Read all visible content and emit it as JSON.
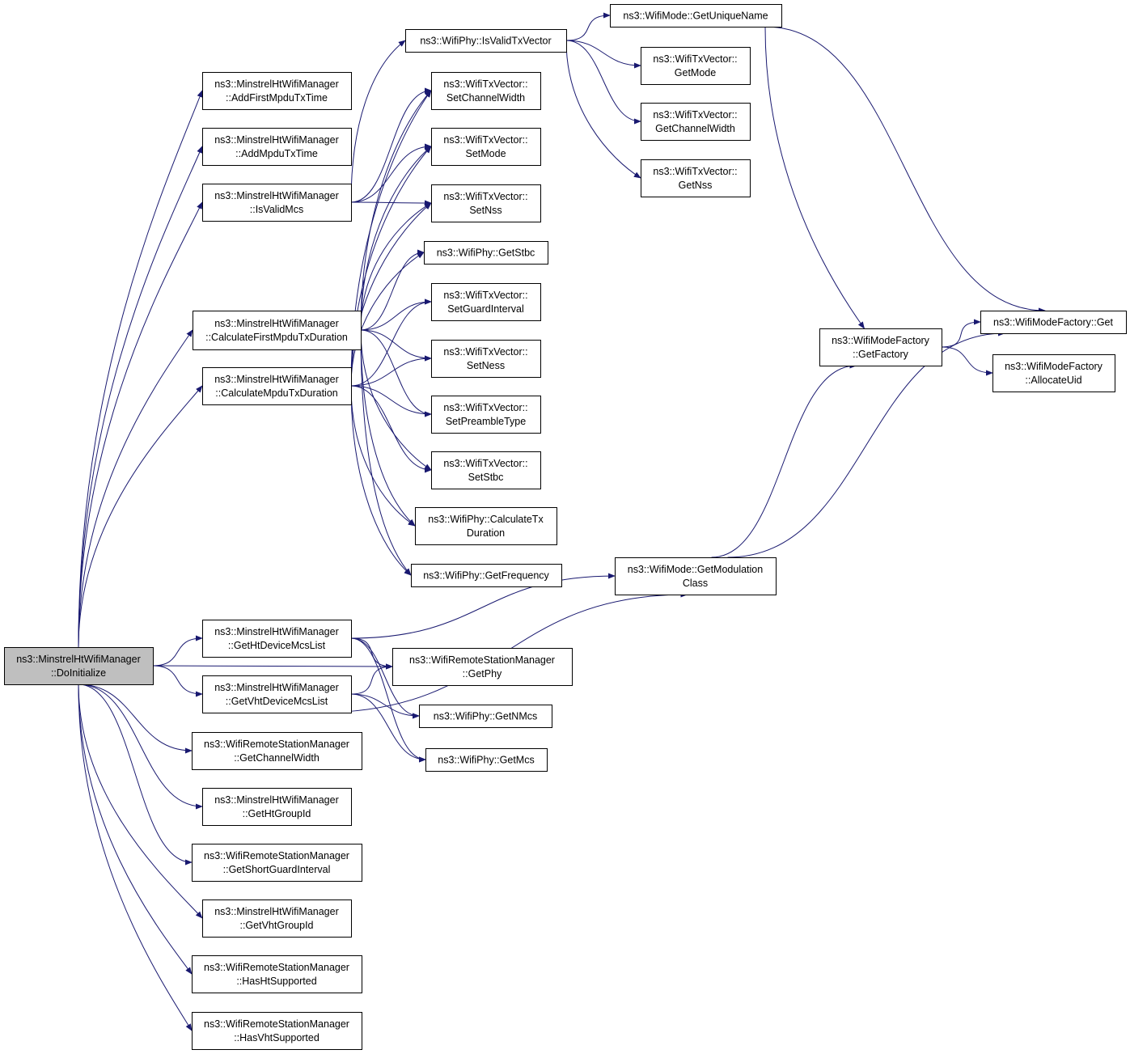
{
  "colors": {
    "edge": "#191970",
    "root_fill": "#bfbfbf",
    "node_fill": "#ffffff",
    "border": "#000000"
  },
  "nodes": [
    {
      "id": "root",
      "lines": [
        "ns3::MinstrelHtWifiManager",
        "::DoInitialize"
      ],
      "root": true
    },
    {
      "id": "addFirst",
      "lines": [
        "ns3::MinstrelHtWifiManager",
        "::AddFirstMpduTxTime"
      ]
    },
    {
      "id": "addMpdu",
      "lines": [
        "ns3::MinstrelHtWifiManager",
        "::AddMpduTxTime"
      ]
    },
    {
      "id": "isValidMcs",
      "lines": [
        "ns3::MinstrelHtWifiManager",
        "::IsValidMcs"
      ]
    },
    {
      "id": "calcFirst",
      "lines": [
        "ns3::MinstrelHtWifiManager",
        "::CalculateFirstMpduTxDuration"
      ]
    },
    {
      "id": "calcMpdu",
      "lines": [
        "ns3::MinstrelHtWifiManager",
        "::CalculateMpduTxDuration"
      ]
    },
    {
      "id": "getHtDev",
      "lines": [
        "ns3::MinstrelHtWifiManager",
        "::GetHtDeviceMcsList"
      ]
    },
    {
      "id": "getVhtDev",
      "lines": [
        "ns3::MinstrelHtWifiManager",
        "::GetVhtDeviceMcsList"
      ]
    },
    {
      "id": "getChW",
      "lines": [
        "ns3::WifiRemoteStationManager",
        "::GetChannelWidth"
      ]
    },
    {
      "id": "getHtGroup",
      "lines": [
        "ns3::MinstrelHtWifiManager",
        "::GetHtGroupId"
      ]
    },
    {
      "id": "getSGI",
      "lines": [
        "ns3::WifiRemoteStationManager",
        "::GetShortGuardInterval"
      ]
    },
    {
      "id": "getVhtGroup",
      "lines": [
        "ns3::MinstrelHtWifiManager",
        "::GetVhtGroupId"
      ]
    },
    {
      "id": "hasHt",
      "lines": [
        "ns3::WifiRemoteStationManager",
        "::HasHtSupported"
      ]
    },
    {
      "id": "hasVht",
      "lines": [
        "ns3::WifiRemoteStationManager",
        "::HasVhtSupported"
      ]
    },
    {
      "id": "isValidTx",
      "lines": [
        "ns3::WifiPhy::IsValidTxVector"
      ]
    },
    {
      "id": "setChW",
      "lines": [
        "ns3::WifiTxVector::",
        "SetChannelWidth"
      ]
    },
    {
      "id": "setMode",
      "lines": [
        "ns3::WifiTxVector::",
        "SetMode"
      ]
    },
    {
      "id": "setNss",
      "lines": [
        "ns3::WifiTxVector::",
        "SetNss"
      ]
    },
    {
      "id": "getStbc",
      "lines": [
        "ns3::WifiPhy::GetStbc"
      ]
    },
    {
      "id": "setGI",
      "lines": [
        "ns3::WifiTxVector::",
        "SetGuardInterval"
      ]
    },
    {
      "id": "setNess",
      "lines": [
        "ns3::WifiTxVector::",
        "SetNess"
      ]
    },
    {
      "id": "setPre",
      "lines": [
        "ns3::WifiTxVector::",
        "SetPreambleType"
      ]
    },
    {
      "id": "setStbc",
      "lines": [
        "ns3::WifiTxVector::",
        "SetStbc"
      ]
    },
    {
      "id": "calcTx",
      "lines": [
        "ns3::WifiPhy::CalculateTx",
        "Duration"
      ]
    },
    {
      "id": "getFreq",
      "lines": [
        "ns3::WifiPhy::GetFrequency"
      ]
    },
    {
      "id": "getPhy",
      "lines": [
        "ns3::WifiRemoteStationManager",
        "::GetPhy"
      ]
    },
    {
      "id": "getNMcs",
      "lines": [
        "ns3::WifiPhy::GetNMcs"
      ]
    },
    {
      "id": "getMcs",
      "lines": [
        "ns3::WifiPhy::GetMcs"
      ]
    },
    {
      "id": "getUnique",
      "lines": [
        "ns3::WifiMode::GetUniqueName"
      ]
    },
    {
      "id": "getModeV",
      "lines": [
        "ns3::WifiTxVector::",
        "GetMode"
      ]
    },
    {
      "id": "getChWV",
      "lines": [
        "ns3::WifiTxVector::",
        "GetChannelWidth"
      ]
    },
    {
      "id": "getNssV",
      "lines": [
        "ns3::WifiTxVector::",
        "GetNss"
      ]
    },
    {
      "id": "getModClass",
      "lines": [
        "ns3::WifiMode::GetModulation",
        "Class"
      ]
    },
    {
      "id": "getFactory",
      "lines": [
        "ns3::WifiModeFactory",
        "::GetFactory"
      ]
    },
    {
      "id": "factGet",
      "lines": [
        "ns3::WifiModeFactory::Get"
      ]
    },
    {
      "id": "allocUid",
      "lines": [
        "ns3::WifiModeFactory",
        "::AllocateUid"
      ]
    }
  ],
  "edges": [
    [
      "root",
      "addFirst"
    ],
    [
      "root",
      "addMpdu"
    ],
    [
      "root",
      "isValidMcs"
    ],
    [
      "root",
      "calcFirst"
    ],
    [
      "root",
      "calcMpdu"
    ],
    [
      "root",
      "getHtDev"
    ],
    [
      "root",
      "getVhtDev"
    ],
    [
      "root",
      "getChW"
    ],
    [
      "root",
      "getHtGroup"
    ],
    [
      "root",
      "getSGI"
    ],
    [
      "root",
      "getVhtGroup"
    ],
    [
      "root",
      "hasHt"
    ],
    [
      "root",
      "hasVht"
    ],
    [
      "root",
      "getPhy"
    ],
    [
      "isValidMcs",
      "isValidTx"
    ],
    [
      "isValidMcs",
      "setChW"
    ],
    [
      "isValidMcs",
      "setMode"
    ],
    [
      "isValidMcs",
      "setNss"
    ],
    [
      "calcFirst",
      "setChW"
    ],
    [
      "calcFirst",
      "setMode"
    ],
    [
      "calcFirst",
      "setNss"
    ],
    [
      "calcFirst",
      "getStbc"
    ],
    [
      "calcFirst",
      "setGI"
    ],
    [
      "calcFirst",
      "setNess"
    ],
    [
      "calcFirst",
      "setPre"
    ],
    [
      "calcFirst",
      "setStbc"
    ],
    [
      "calcFirst",
      "calcTx"
    ],
    [
      "calcFirst",
      "getFreq"
    ],
    [
      "calcMpdu",
      "setChW"
    ],
    [
      "calcMpdu",
      "setMode"
    ],
    [
      "calcMpdu",
      "setNss"
    ],
    [
      "calcMpdu",
      "getStbc"
    ],
    [
      "calcMpdu",
      "setGI"
    ],
    [
      "calcMpdu",
      "setNess"
    ],
    [
      "calcMpdu",
      "setPre"
    ],
    [
      "calcMpdu",
      "setStbc"
    ],
    [
      "calcMpdu",
      "calcTx"
    ],
    [
      "calcMpdu",
      "getFreq"
    ],
    [
      "getHtDev",
      "getModClass"
    ],
    [
      "getHtDev",
      "getPhy"
    ],
    [
      "getHtDev",
      "getNMcs"
    ],
    [
      "getHtDev",
      "getMcs"
    ],
    [
      "getVhtDev",
      "getPhy"
    ],
    [
      "getVhtDev",
      "getNMcs"
    ],
    [
      "getVhtDev",
      "getMcs"
    ],
    [
      "getVhtDev",
      "getModClass"
    ],
    [
      "isValidTx",
      "getUnique"
    ],
    [
      "isValidTx",
      "getModeV"
    ],
    [
      "isValidTx",
      "getChWV"
    ],
    [
      "isValidTx",
      "getNssV"
    ],
    [
      "getUnique",
      "getFactory"
    ],
    [
      "getUnique",
      "factGet"
    ],
    [
      "getModClass",
      "getFactory"
    ],
    [
      "getModClass",
      "factGet"
    ],
    [
      "getFactory",
      "factGet"
    ],
    [
      "getFactory",
      "allocUid"
    ]
  ]
}
